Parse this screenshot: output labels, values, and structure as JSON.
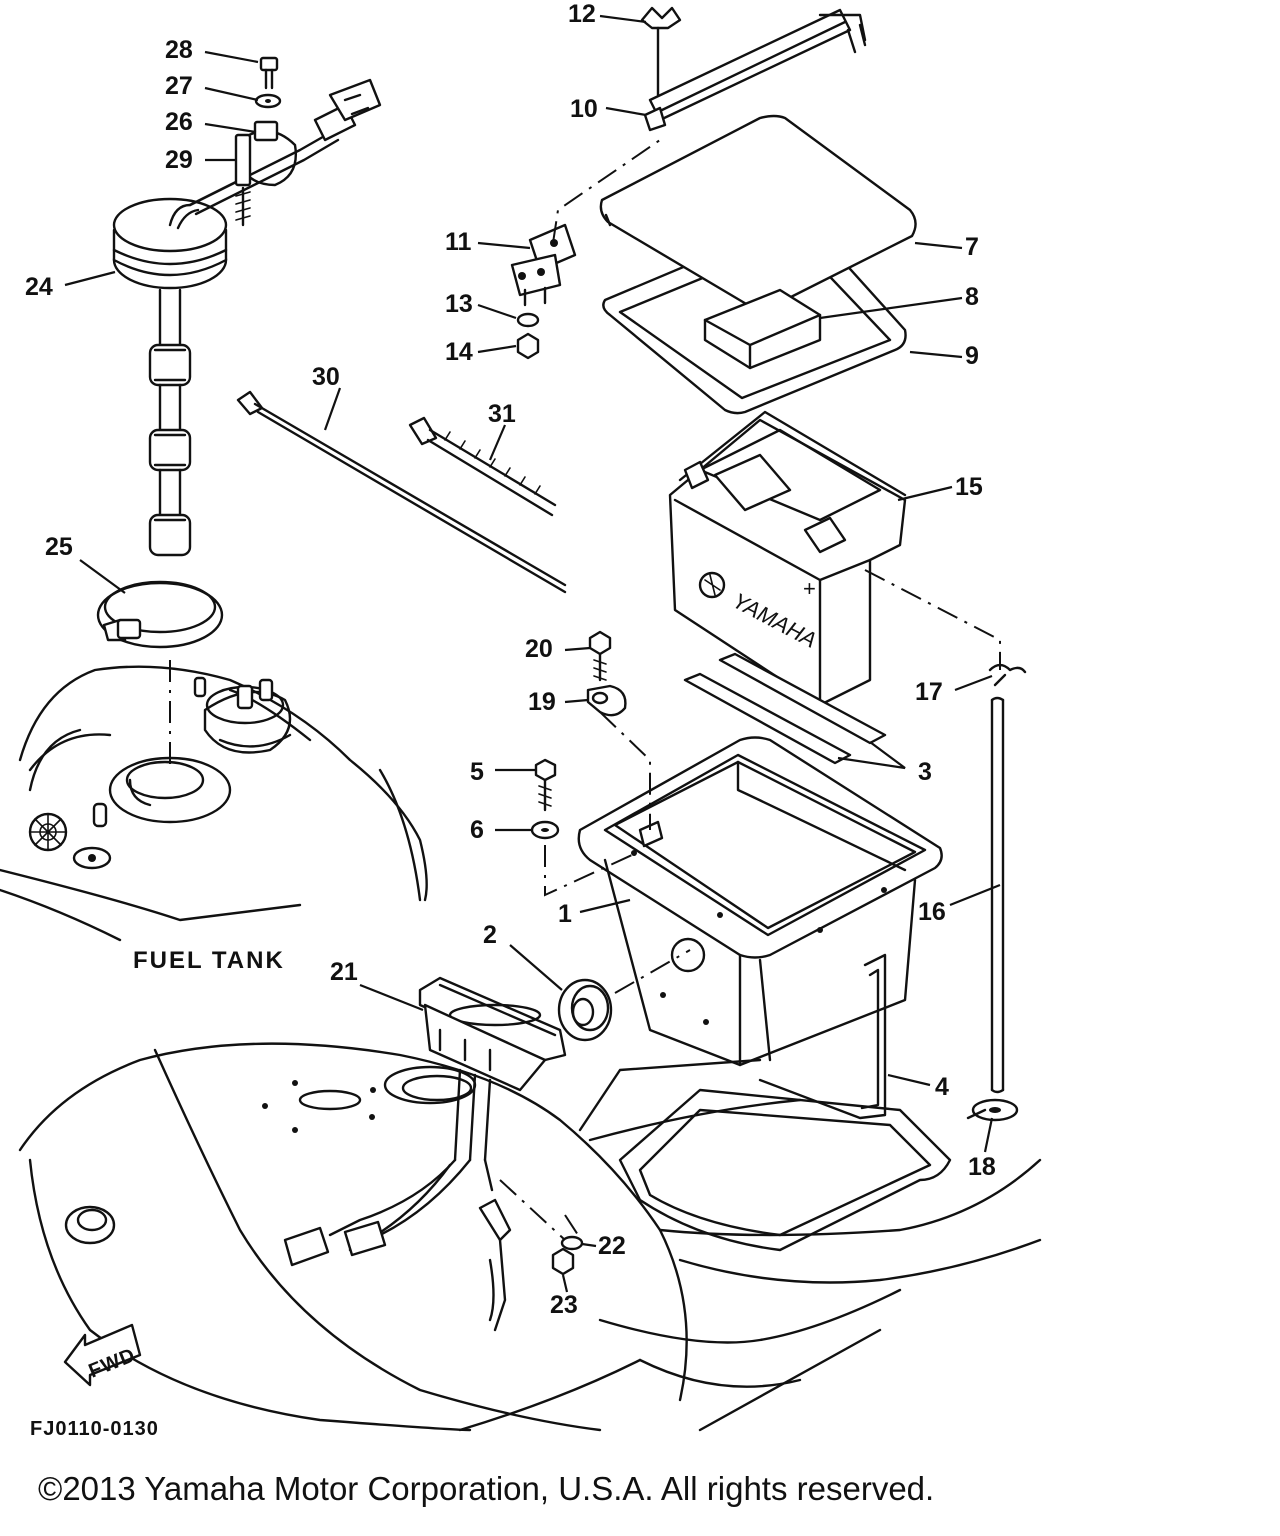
{
  "diagram": {
    "callouts": {
      "c1": "1",
      "c2": "2",
      "c3": "3",
      "c4": "4",
      "c5": "5",
      "c6": "6",
      "c7": "7",
      "c8": "8",
      "c9": "9",
      "c10": "10",
      "c11": "11",
      "c12": "12",
      "c13": "13",
      "c14": "14",
      "c15": "15",
      "c16": "16",
      "c17": "17",
      "c18": "18",
      "c19": "19",
      "c20": "20",
      "c21": "21",
      "c22": "22",
      "c23": "23",
      "c24": "24",
      "c25": "25",
      "c26": "26",
      "c27": "27",
      "c28": "28",
      "c29": "29",
      "c30": "30",
      "c31": "31"
    },
    "fuel_tank_label": "FUEL TANK",
    "fwd_label": "FWD",
    "battery_brand": "YAMAHA",
    "drawing_code": "FJ0110-0130"
  },
  "footer": {
    "copyright": "©2013 Yamaha Motor Corporation, U.S.A. All rights reserved."
  }
}
